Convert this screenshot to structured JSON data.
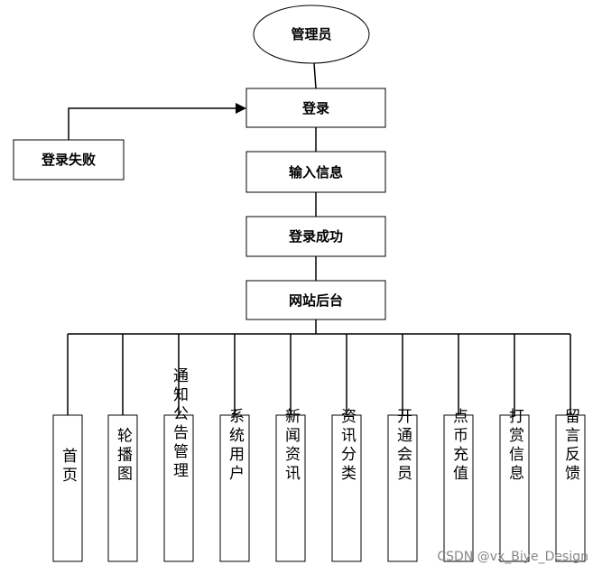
{
  "nodes": {
    "admin": "管理员",
    "login": "登录",
    "login_fail": "登录失败",
    "input_info": "输入信息",
    "login_success": "登录成功",
    "backend": "网站后台"
  },
  "modules": [
    "首页",
    "轮播图",
    "通知公告管理",
    "系统用户",
    "新闻资讯",
    "资讯分类",
    "开通会员",
    "点币充值",
    "打赏信息",
    "留言反馈"
  ],
  "watermark": "CSDN @vx_Biye_Design"
}
